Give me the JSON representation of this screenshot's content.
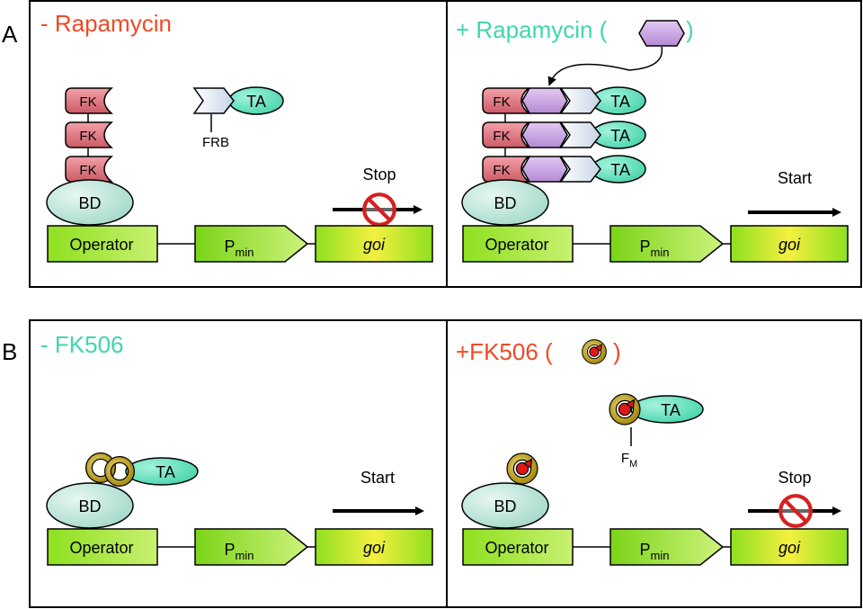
{
  "row_a": {
    "label": "A",
    "left": {
      "title": "- Rapamycin",
      "frb_label": "FRB",
      "ta_label": "TA",
      "fk_label": "FK",
      "bd_label": "BD",
      "stop_label": "Stop"
    },
    "right": {
      "title": "+ Rapamycin (",
      "title_close": ")",
      "fk_label": "FK",
      "ta_label": "TA",
      "bd_label": "BD",
      "start_label": "Start"
    }
  },
  "row_b": {
    "label": "B",
    "left": {
      "title": "- FK506",
      "ta_label": "TA",
      "bd_label": "BD",
      "start_label": "Start"
    },
    "right": {
      "title": "+FK506 (",
      "title_close": ")",
      "ta_label": "TA",
      "fm_label": "F",
      "fm_sub": "M",
      "bd_label": "BD",
      "stop_label": "Stop"
    }
  },
  "gene": {
    "operator": "Operator",
    "pmin": "P",
    "pmin_sub": "min",
    "goi": "goi"
  },
  "colors": {
    "red_title": "#f04a26",
    "teal_title": "#3fd6b0",
    "fk": "#e07a86",
    "bd": "#bfe6dc",
    "ta": "#6fe6c4",
    "rapamycin": "#c9a2e0",
    "frb": "#dfe8f4",
    "gene_green": "#8de020",
    "goi_yellow": "#f0ee40",
    "ring": "#c8b028",
    "ligand": "#e01818",
    "stop_sign": "#e02a2a"
  }
}
